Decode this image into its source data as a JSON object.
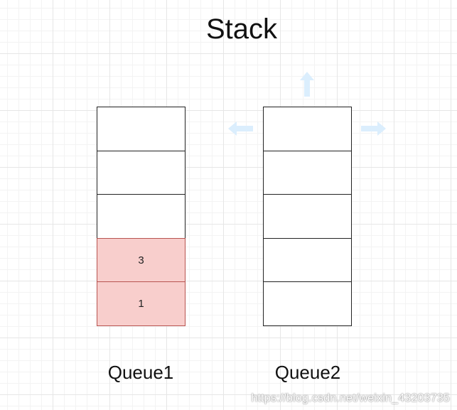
{
  "title": "Stack",
  "queues": [
    {
      "label": "Queue1",
      "cells": [
        "",
        "",
        "",
        "3",
        "1"
      ]
    },
    {
      "label": "Queue2",
      "cells": [
        "",
        "",
        "",
        "",
        ""
      ]
    }
  ],
  "colors": {
    "filled_cell_fill": "#f8cecc",
    "filled_cell_stroke": "#b85450",
    "cell_stroke": "#222222",
    "arrow_color": "#dbeefd"
  },
  "icons": [
    "arrow-up-icon",
    "arrow-left-icon",
    "arrow-right-icon"
  ],
  "watermark": "https://blog.csdn.net/weixin_43203735"
}
